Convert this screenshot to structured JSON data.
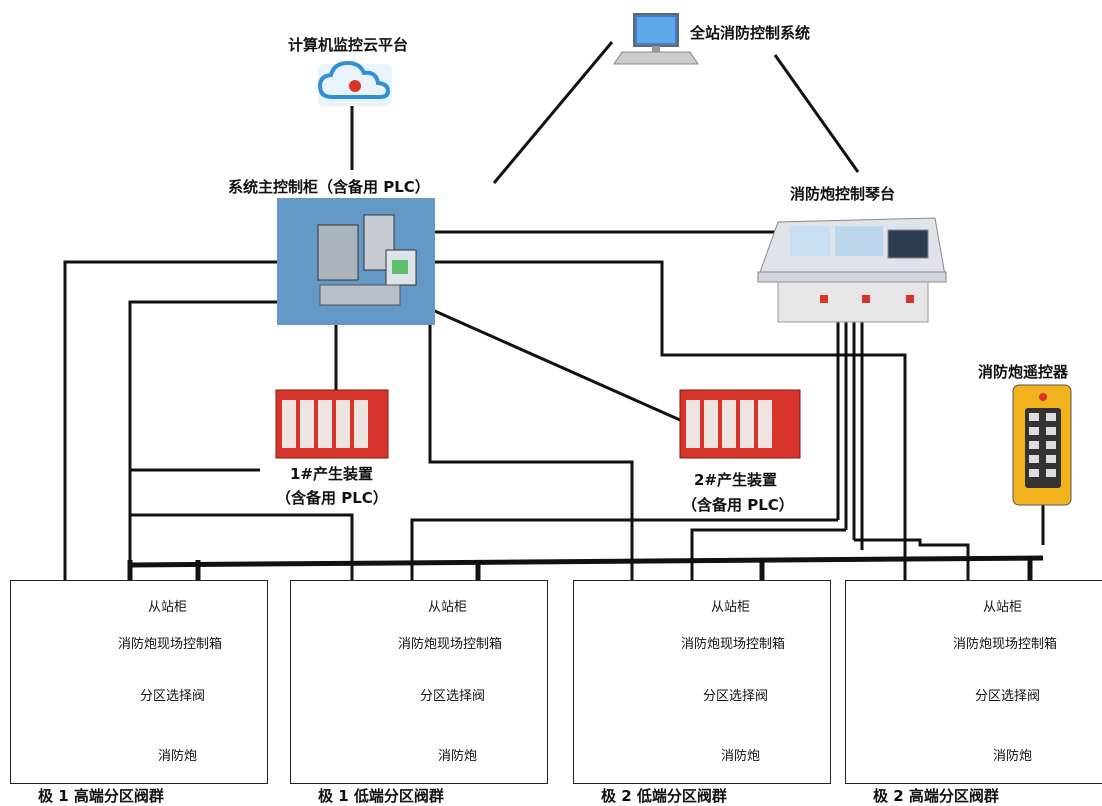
{
  "nodes": {
    "cloud_platform": "计算机监控云平台",
    "station_system": "全站消防控制系统",
    "main_cabinet": "系统主控制柜（含备用 PLC）",
    "console": "消防炮控制琴台",
    "remote": "消防炮遥控器",
    "gen1_name": "1#产生装置",
    "gen1_sub": "（含备用 PLC）",
    "gen2_name": "2#产生装置",
    "gen2_sub": "（含备用 PLC）"
  },
  "group_rows": [
    "从站柜",
    "消防炮现场控制箱",
    "分区选择阀",
    "消防炮"
  ],
  "groups": [
    {
      "title": "极 1 高端分区阀群"
    },
    {
      "title": "极 1 低端分区阀群"
    },
    {
      "title": "极 2 低端分区阀群"
    },
    {
      "title": "极 2 高端分区阀群"
    }
  ],
  "colors": {
    "line": "#111111",
    "generator_red": "#d8342c",
    "cabinet_blue": "#4f86b8",
    "cloud_blue": "#2f8fd8",
    "remote_yellow": "#f2b21c"
  }
}
